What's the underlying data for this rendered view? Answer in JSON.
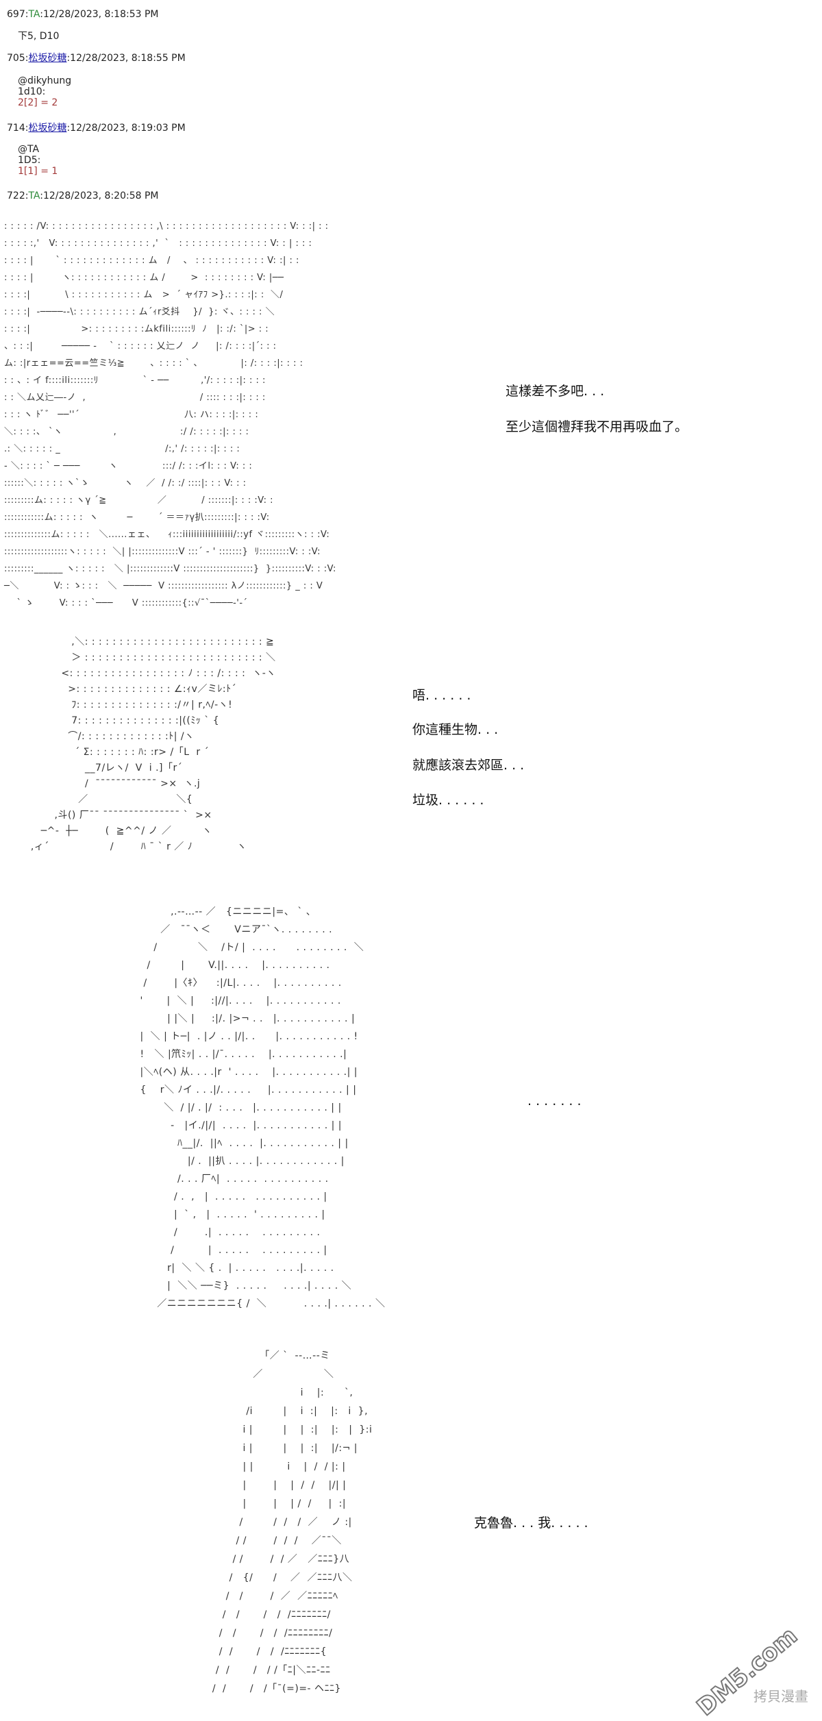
{
  "posts": [
    {
      "number": "697",
      "name": "TA",
      "timestamp": "12/28/2023, 8:18:53 PM",
      "body": "下5, D10"
    },
    {
      "number": "705",
      "name": "松坂砂糖",
      "timestamp": "12/28/2023, 8:18:55 PM",
      "mention": "@dikyhung",
      "roll": "1d10:",
      "result": "2[2] = 2"
    },
    {
      "number": "714",
      "name": "松坂砂糖",
      "timestamp": "12/28/2023, 8:19:03 PM",
      "mention": "@TA",
      "roll": "1D5:",
      "result": "1[1] = 1"
    },
    {
      "number": "722",
      "name": "TA",
      "timestamp": "12/28/2023, 8:20:58 PM"
    }
  ],
  "dialogue": {
    "scene1": [
      "這樣差不多吧. . .",
      "至少這個禮拜我不用再吸血了。"
    ],
    "scene2": [
      "唔. . . . . .",
      "你這種生物. . .",
      "就應該滾去郊區. . .",
      "垃圾. . . . . ."
    ],
    "scene3": [
      ". . . . . . ."
    ],
    "scene4": [
      "克魯魯. . . 我. . . . ."
    ]
  },
  "art": {
    "scene1": [
      ": : : : : /V: : : : : : : : : : : : : : : : : ,\\ : : : : : : : : : : : : : : : : : : : V: : :| : :",
      ": : : : :,'   V: : : : : : : : : : : : : : : ,'  `   : : : : : : : : : : : : : : V: : | : : :",
      ": : : : |       ` : : : : : : : : : : : : : ム   /    、 : : : : : : : : : : : V: :| : :",
      ": : : : |         ヽ: : : : : : : : : : : : ム /        >  : : : : : : : : V: |──",
      ": : : :|           \\ : : : : : : : : : : : ム   >  ´ ャｲｱﾌ >}.: : : :|: :  ＼/",
      ": : : :|  -────--\\: : : : : : : : : : ム´ｨr爻抖    }/  }: ヾ、: : : : ＼",
      ": : : :|                >: : : : : : : : :ムkfili::::::ﾘ  ﾉ   |: :/: `|> : :",
      "、: : :|         ───── -    ` : : : : : : 乂辷ノ  ノ     |: /: : : :|´: : :",
      "ム: :|rェェ==云==竺ミ⅓≧        、: : : : ` 、            |: /: : : :|: : : :",
      ": : 、: イ f::::ili:::::::ﾘ              ` ‐ ──          ,'/: : : : :|: : : :",
      ": : ＼ム乂辷―‐ノ  ,                                    / :::: : : :|: : : :",
      ": : : ヽ ﾄﾞ゛ ──''´                                 八: ハ: : : :|: : : :",
      "＼: : : :、 `ヽ                ,                    :/ /: : : : :|: : : :",
      ".: ＼: : : : : _                                 /:,' /: : : : :|: : : :",
      "- ＼: : : : ` ─ ───         ヽ              :::/ /: : :イl: : : V: : :",
      "::::::＼: : : : : ヽ`ゝ           ヽ    ／  / /: :/ ::::|: : : V: : :",
      ":::::::::ム: : : : : ヽγ ´≧                ／           / :::::::|: : : :V: :",
      "::::::::::::ム: : : : :  ヽ         ─        ´ ＝＝ｧγ扒:::::::::|: : : :V:",
      "::::::::::::::ム: : : : :   ＼......ェェ、    ｨ:::iiiiiiiiiiiiiiiiii/::yf ヾ:::::::::ヽ: : :V:",
      ":::::::::::::::::::ヽ: : : : :  ＼| |::::::::::::::V :::´ ‐ ' :::::::}  ﾘ:::::::::V: : :V:",
      ":::::::::______ ヽ: : : : :   ＼ |:::::::::::::V :::::::::::::::::::::}  }::::::::::V: : :V:",
      "─＼           V: : ゝ: : :   ＼  ─────  V :::::::::::::::::: λノ::::::::::::} _ : : V",
      "    ` ゝ        V: : : : `───      V ::::::::::::{::√¯`────‐'‐´"
    ],
    "scene2": [
      "               ,＼: : : : : : : : : : : : : : : : : : : : : : : : : : ≧",
      "               ＞ : : : : : : : : : : : : : : : : : : : : : : : : : : ＼",
      "            <: : : : : : : : : : : : : : : : : ﾉ : : : /: : : :  ヽ‐ヽ",
      "              >: : : : : : : : : : : : : : ∠:ｨv／ミﾚ:ﾄ´",
      "               ﾌ: : : : : : : : : : : : : : :/〃| r,ﾍ/‐ヽ!",
      "               7: : : : : : : : : : : : : : :|((ﾐｯ ` {",
      "              ⌒/: : : : : : : : : : : : :ﾄ| /ヽ",
      "                ´ Σ: : : : : : : ﾊ: :r> /「L  r ´",
      "                   __7/レヽ/  V  i .]「r´",
      "                   /  ¯¯¯¯¯¯¯¯¯¯¯¯ >×  ヽ.j",
      "                 ／                          ＼{",
      "          ,斗() 厂¯¯ ¯¯¯¯¯¯¯¯¯¯¯¯¯¯¯ `  >×",
      "      ─^‐  ┼─        (  ≧^^/ ノ ／         ヽ",
      "   ,ィ´                  /        ﾊ ¯ ` r ／ ﾉ             ヽ"
    ],
    "scene3": [
      "                  ,.-‐…‐- ／   {ニニニニ|=、 ` 、",
      "               ／   ¯¯ヽ＜       Vニア¯`ヽ. . . . . . . .",
      "             /            ＼    /ト/ |  . . . .      . . . . . . . .  ＼",
      "           /         |       V.||. . . .    |. . . . . . . . . .",
      "          /        |〈ｷ〉    :|/L|. . . .    |. . . . . . . . . .",
      "         '       |  ＼ |     :|//|. . . .    |. . . . . . . . . . .",
      "                 | |＼ |     :|/. |>¬ . .   |. . . . . . . . . . . |",
      "         |  ＼ | ト─|  . |ノ . . |/|. .      |. . . . . . . . . . . !",
      "         !   ＼ |笊ﾐｯ| . . |/¯. . . . .    |. . . . . . . . . . .|",
      "         |＼ﾍ(ヘ) 从. . . .|r  ' . . . .    |. . . . . . . . . . .| |",
      "         {    r＼ ﾉイ . . .|/. . . . .     |. . . . . . . . . . . | |",
      "                ＼  / |/ . |/  : . . .   |. . . . . . . . . . . | |",
      "                  -   |イ./|/|  . . . .  |. . . . . . . . . . . | |",
      "                    ﾊ__|/.  ||ﾍ  . . . .  |. . . . . . . . . . . | |",
      "                       |/ .  ||扒 . . . . |. . . . . . . . . . . . |",
      "                    /. . . 厂ﾍ|  . . . . .  . . . . . . . . . .",
      "                   / .  ,   |  . . . . .   . . . . . . . . . . |",
      "                   |  ` ,   |  . . . . .  ' . . . . . . . . . |",
      "                   /        .|  . . . . .    . . . . . . . . .",
      "                  /          |  . . . . .    . . . . . . . . . |",
      "                 r|  ＼ ＼ { .  | . . . . .   . . . .|. . . . .",
      "                 |  ＼＼ ──ミ}  . . . . .     . . . .| . . . . ＼",
      "              ／ニニニニニニニ{ /  ＼           . . . .| . . . . . . ＼"
    ],
    "scene4": [
      "                「／ `  ‐-…‐-ミ",
      "              ／                  ＼",
      "                            i    |:      `,",
      "            /i         |    i  :|    |:   i  },",
      "           i |         |    |  :|    |:   |  }:i",
      "           i |         |    |  :|    |/:¬ |",
      "           | |          i    |  /  / |: |",
      "           |        |    |  /  /    |/| |",
      "           |        |    | /  /     |  :|",
      "          /         /  /   /  ／    ノ :|",
      "         / /        /  /  /    ／¯¯＼",
      "        / /        /  / ／   ／ﾆﾆﾆ}八",
      "       /   {/      /    ／  ／ﾆﾆﾆ八＼",
      "      /   /        /  ／  ／ﾆﾆﾆﾆﾆﾍ",
      "     /   /       /   /  /ﾆﾆﾆﾆﾆﾆﾆ/",
      "    /   /       /   /  /ﾆﾆﾆﾆﾆﾆﾆﾆ/",
      "    /  /       /   /  /ﾆﾆﾆﾆﾆﾆﾆ{",
      "   /  /       /   / /「ﾆ|＼ﾆﾆ-ﾆﾆ",
      "  /  /       /   /「¯(=)=- ヘﾆﾆ}"
    ]
  },
  "watermark": {
    "logo": "DM5.com",
    "site": "拷貝漫畫"
  },
  "colors": {
    "ta_name": "#2e8b3a",
    "link_name": "#1a1aa6",
    "dice_result": "#a33a3a"
  }
}
